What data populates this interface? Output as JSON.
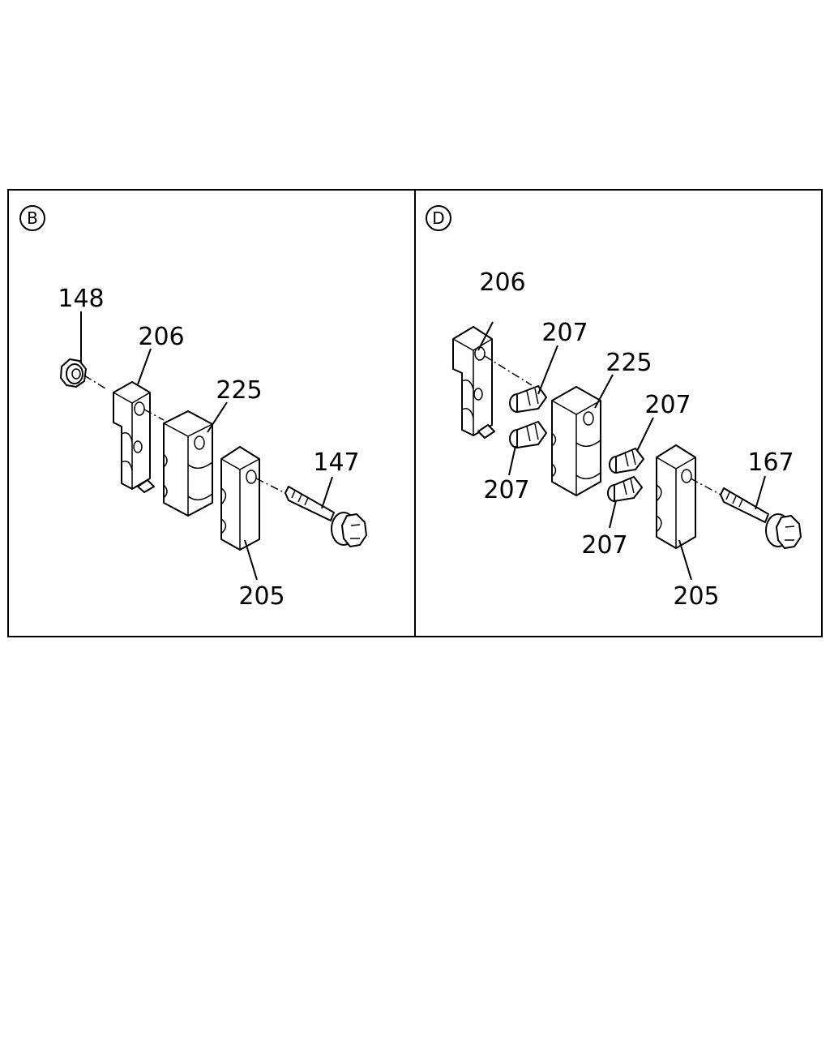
{
  "panels": [
    {
      "id": "B",
      "labels": {
        "nut": "148",
        "upper_bracket": "206",
        "insulator": "225",
        "lower_bracket": "205",
        "bolt": "147"
      }
    },
    {
      "id": "D",
      "labels": {
        "upper_bracket": "206",
        "clip_top": "207",
        "insulator": "225",
        "clip_right": "207",
        "clip_left": "207",
        "clip_bottom": "207",
        "lower_bracket": "205",
        "bolt": "167"
      }
    }
  ]
}
